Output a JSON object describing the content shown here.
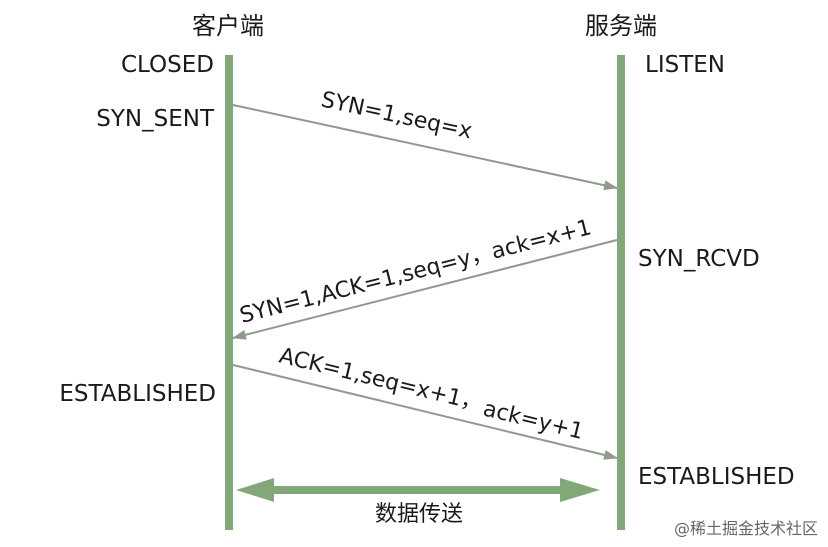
{
  "lanes": {
    "client": "客户端",
    "server": "服务端"
  },
  "states": {
    "client_closed": "CLOSED",
    "client_syn_sent": "SYN_SENT",
    "client_established": "ESTABLISHED",
    "server_listen": "LISTEN",
    "server_syn_rcvd": "SYN_RCVD",
    "server_established": "ESTABLISHED"
  },
  "messages": {
    "syn": "SYN=1,seq=x",
    "syn_ack": "SYN=1,ACK=1,seq=y，ack=x+1",
    "ack_part1": "ACK=1,seq=x+1，",
    "ack_part2": "ack=y+1"
  },
  "data_transfer": "数据传送",
  "watermark": "@稀土掘金技术社区",
  "colors": {
    "lifeline": "#82a87a",
    "message_line": "#8e9a8c",
    "transfer_arrow": "#82a87a",
    "text": "#1a1a1a"
  }
}
